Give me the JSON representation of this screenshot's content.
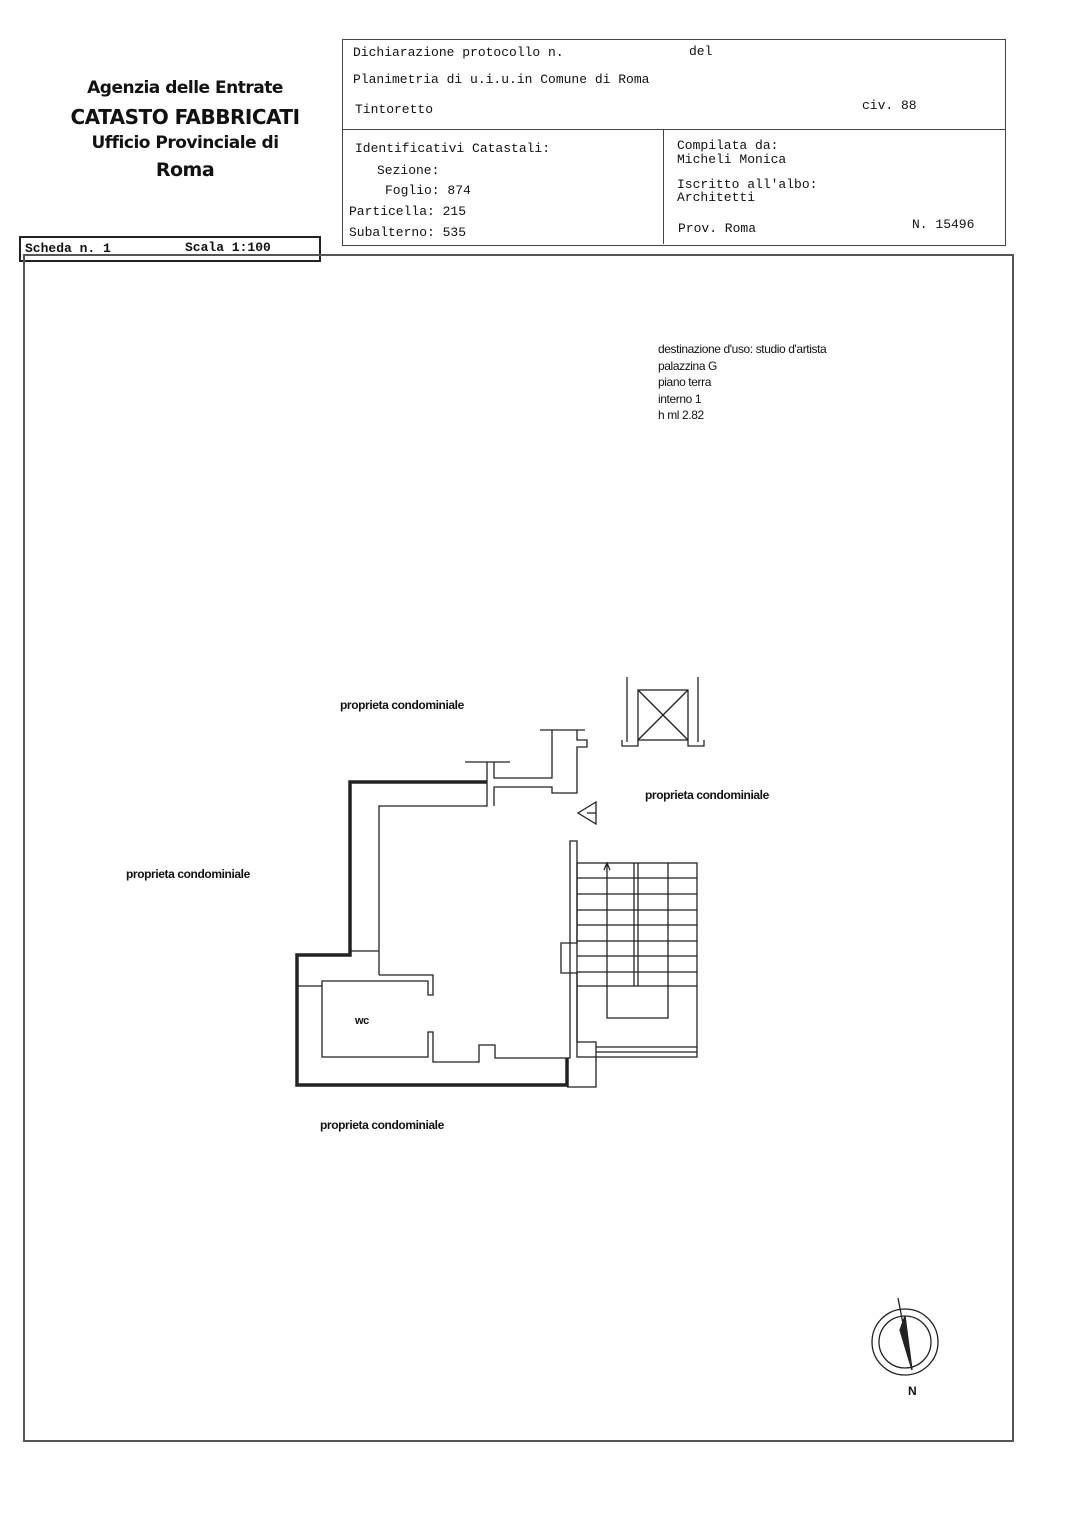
{
  "agency": {
    "line1": "Agenzia delle Entrate",
    "line2": "CATASTO FABBRICATI",
    "line3": "Ufficio Provinciale di",
    "line4": "Roma"
  },
  "header": {
    "dichiarazione": "Dichiarazione protocollo n.",
    "del": "del",
    "planimetria": "Planimetria di u.i.u.in Comune di Roma",
    "via": "Tintoretto",
    "civico": "civ. 88"
  },
  "identificativi": {
    "title": "Identificativi Catastali:",
    "sezione": "Sezione:",
    "foglio": "Foglio: 874",
    "particella": "Particella: 215",
    "subalterno": "Subalterno: 535"
  },
  "compilata": {
    "label": "Compilata da:",
    "name": "Micheli Monica",
    "albo_label": "Iscritto all'albo:",
    "albo": "Architetti",
    "prov": "Prov. Roma",
    "numero": "N. 15496"
  },
  "scheda": {
    "scheda": "Scheda n. 1",
    "scala": "Scala 1:100"
  },
  "notes": [
    "destinazione d'uso: studio d'artista",
    "palazzina G",
    "piano terra",
    "interno 1",
    "h ml 2.82"
  ],
  "plan_labels": {
    "top": "proprieta condominiale",
    "right": "proprieta condominiale",
    "left": "proprieta condominiale",
    "bottom": "proprieta condominiale",
    "wc": "wc",
    "north": "N"
  }
}
